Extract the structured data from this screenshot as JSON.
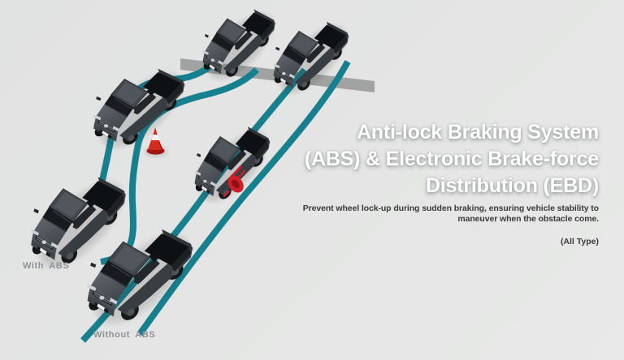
{
  "scene": {
    "headline": {
      "line1": "Anti-lock Braking System",
      "line2": "(ABS) & Electronic Brake-force",
      "line3": "Distribution (EBD)"
    },
    "description": {
      "line1": "Prevent wheel lock-up during sudden braking, ensuring vehicle stability to",
      "line2": "maneuver when the obstacle come."
    },
    "note": "(All Type)",
    "labels": {
      "with_abs": "With ABS",
      "without_abs": "Without ABS"
    },
    "colors": {
      "background": "#e4e5e4",
      "path_teal": "#17808f",
      "road_gray": "#a0a3a2",
      "cone_red": "#d52a1e",
      "brake_glow_red": "#cf1f2a",
      "truck_body_gray": "#42474c",
      "headline_text": "#ffffff",
      "body_text": "#3a3a3a",
      "label_text": "#8d9296"
    },
    "icons": {
      "obstacle": "traffic-cone-icon",
      "brake": "brake-glow-icon",
      "vehicles": [
        "truck-stopped-on-road-left",
        "truck-stopped-on-road-right",
        "truck-swerving",
        "truck-braking",
        "truck-with-abs-result",
        "truck-without-abs-result"
      ],
      "paths": [
        "abs-swerve-path",
        "no-abs-straight-path"
      ]
    }
  }
}
